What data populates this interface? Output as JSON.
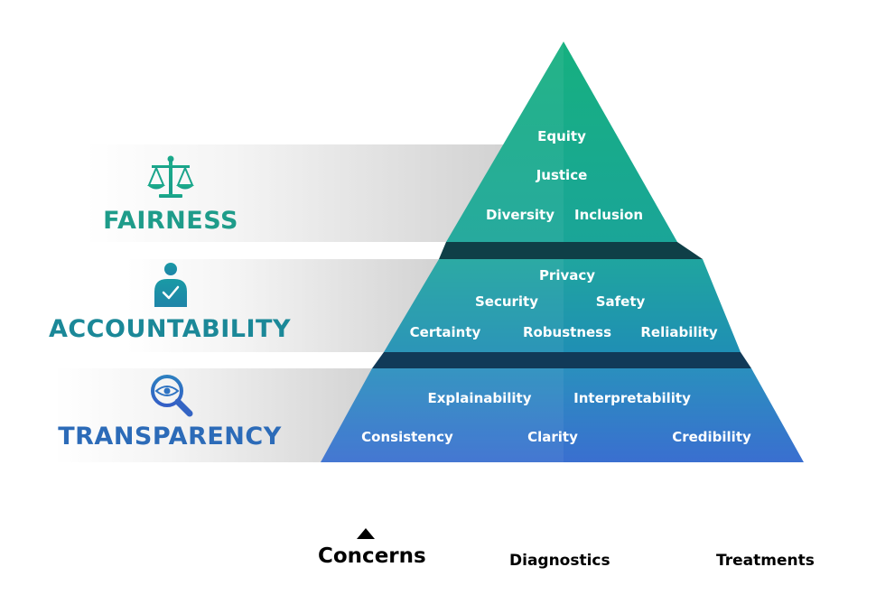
{
  "tiers": [
    {
      "label": "FAIRNESS",
      "icon": "scales-icon",
      "color": "#1e9c8a",
      "values": [
        "Equity",
        "Justice",
        "Diversity",
        "Inclusion"
      ]
    },
    {
      "label": "ACCOUNTABILITY",
      "icon": "user-check-icon",
      "color": "#1b8898",
      "values": [
        "Privacy",
        "Security",
        "Safety",
        "Certainty",
        "Robustness",
        "Reliability"
      ]
    },
    {
      "label": "TRANSPARENCY",
      "icon": "eye-search-icon",
      "color": "#2c6bb8",
      "values": [
        "Explainability",
        "Interpretability",
        "Consistency",
        "Clarity",
        "Credibility"
      ]
    }
  ],
  "tabs": [
    {
      "label": "Concerns",
      "active": true
    },
    {
      "label": "Diagnostics",
      "active": false
    },
    {
      "label": "Treatments",
      "active": false
    }
  ]
}
